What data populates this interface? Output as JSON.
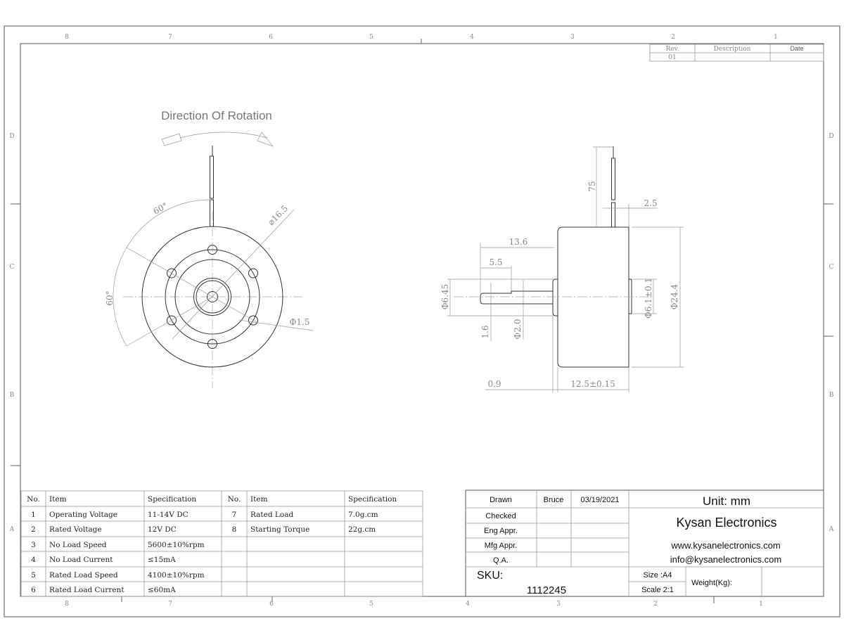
{
  "zones": {
    "top": [
      "8",
      "7",
      "6",
      "5",
      "4",
      "3",
      "2",
      "1"
    ],
    "bottom": [
      "8",
      "7",
      "6",
      "5",
      "4",
      "3",
      "2",
      "1"
    ],
    "side": [
      "D",
      "C",
      "B",
      "A"
    ]
  },
  "revision_table": {
    "headers": [
      "Rev.",
      "Description",
      "Date"
    ],
    "rows": [
      [
        "01",
        "",
        ""
      ]
    ]
  },
  "front_view": {
    "title": "Direction Of Rotation",
    "angle_1": "60°",
    "angle_2": "60°",
    "pcd": "⌀16.5",
    "hole": "Φ1.5"
  },
  "side_view": {
    "lead_length": "75",
    "lead_offset": "2.5",
    "shaft_length": "13.6",
    "flat_length": "5.5",
    "boss_dia": "Φ6.45",
    "flat_dim": "1.6",
    "shaft_dia": "Φ2.0",
    "rear_boss_dia": "Φ6.1±0.1",
    "body_dia": "Φ24.4",
    "boss_height": "0.9",
    "body_length": "12.5±0.15"
  },
  "spec_table": {
    "headers": [
      "No.",
      "Item",
      "Specification",
      "No.",
      "Item",
      "Specification"
    ],
    "rows": [
      [
        "1",
        "Operating Voltage",
        "11-14V DC",
        "7",
        "Rated Load",
        "7.0g.cm"
      ],
      [
        "2",
        "Rated Voltage",
        "12V DC",
        "8",
        "Starting Torque",
        "22g.cm"
      ],
      [
        "3",
        "No Load Speed",
        "5600±10%rpm",
        "",
        "",
        ""
      ],
      [
        "4",
        "No Load Current",
        "≤15mA",
        "",
        "",
        ""
      ],
      [
        "5",
        "Rated Load Speed",
        "4100±10%rpm",
        "",
        "",
        ""
      ],
      [
        "6",
        "Rated Load Current",
        "≤60mA",
        "",
        "",
        ""
      ]
    ]
  },
  "title_block": {
    "drawn_label": "Drawn",
    "drawn_by": "Bruce",
    "drawn_date": "03/19/2021",
    "checked_label": "Checked",
    "eng_label": "Eng Appr.",
    "mfg_label": "Mfg Appr.",
    "qa_label": "Q.A.",
    "unit": "Unit: mm",
    "company": "Kysan Electronics",
    "website": "www.kysanelectronics.com",
    "email": "info@kysanelectronics.com",
    "sku_label": "SKU:",
    "sku": "1112245",
    "size": "Size :A4",
    "scale": "Scale 2:1",
    "weight_label": "Weight(Kg):"
  }
}
